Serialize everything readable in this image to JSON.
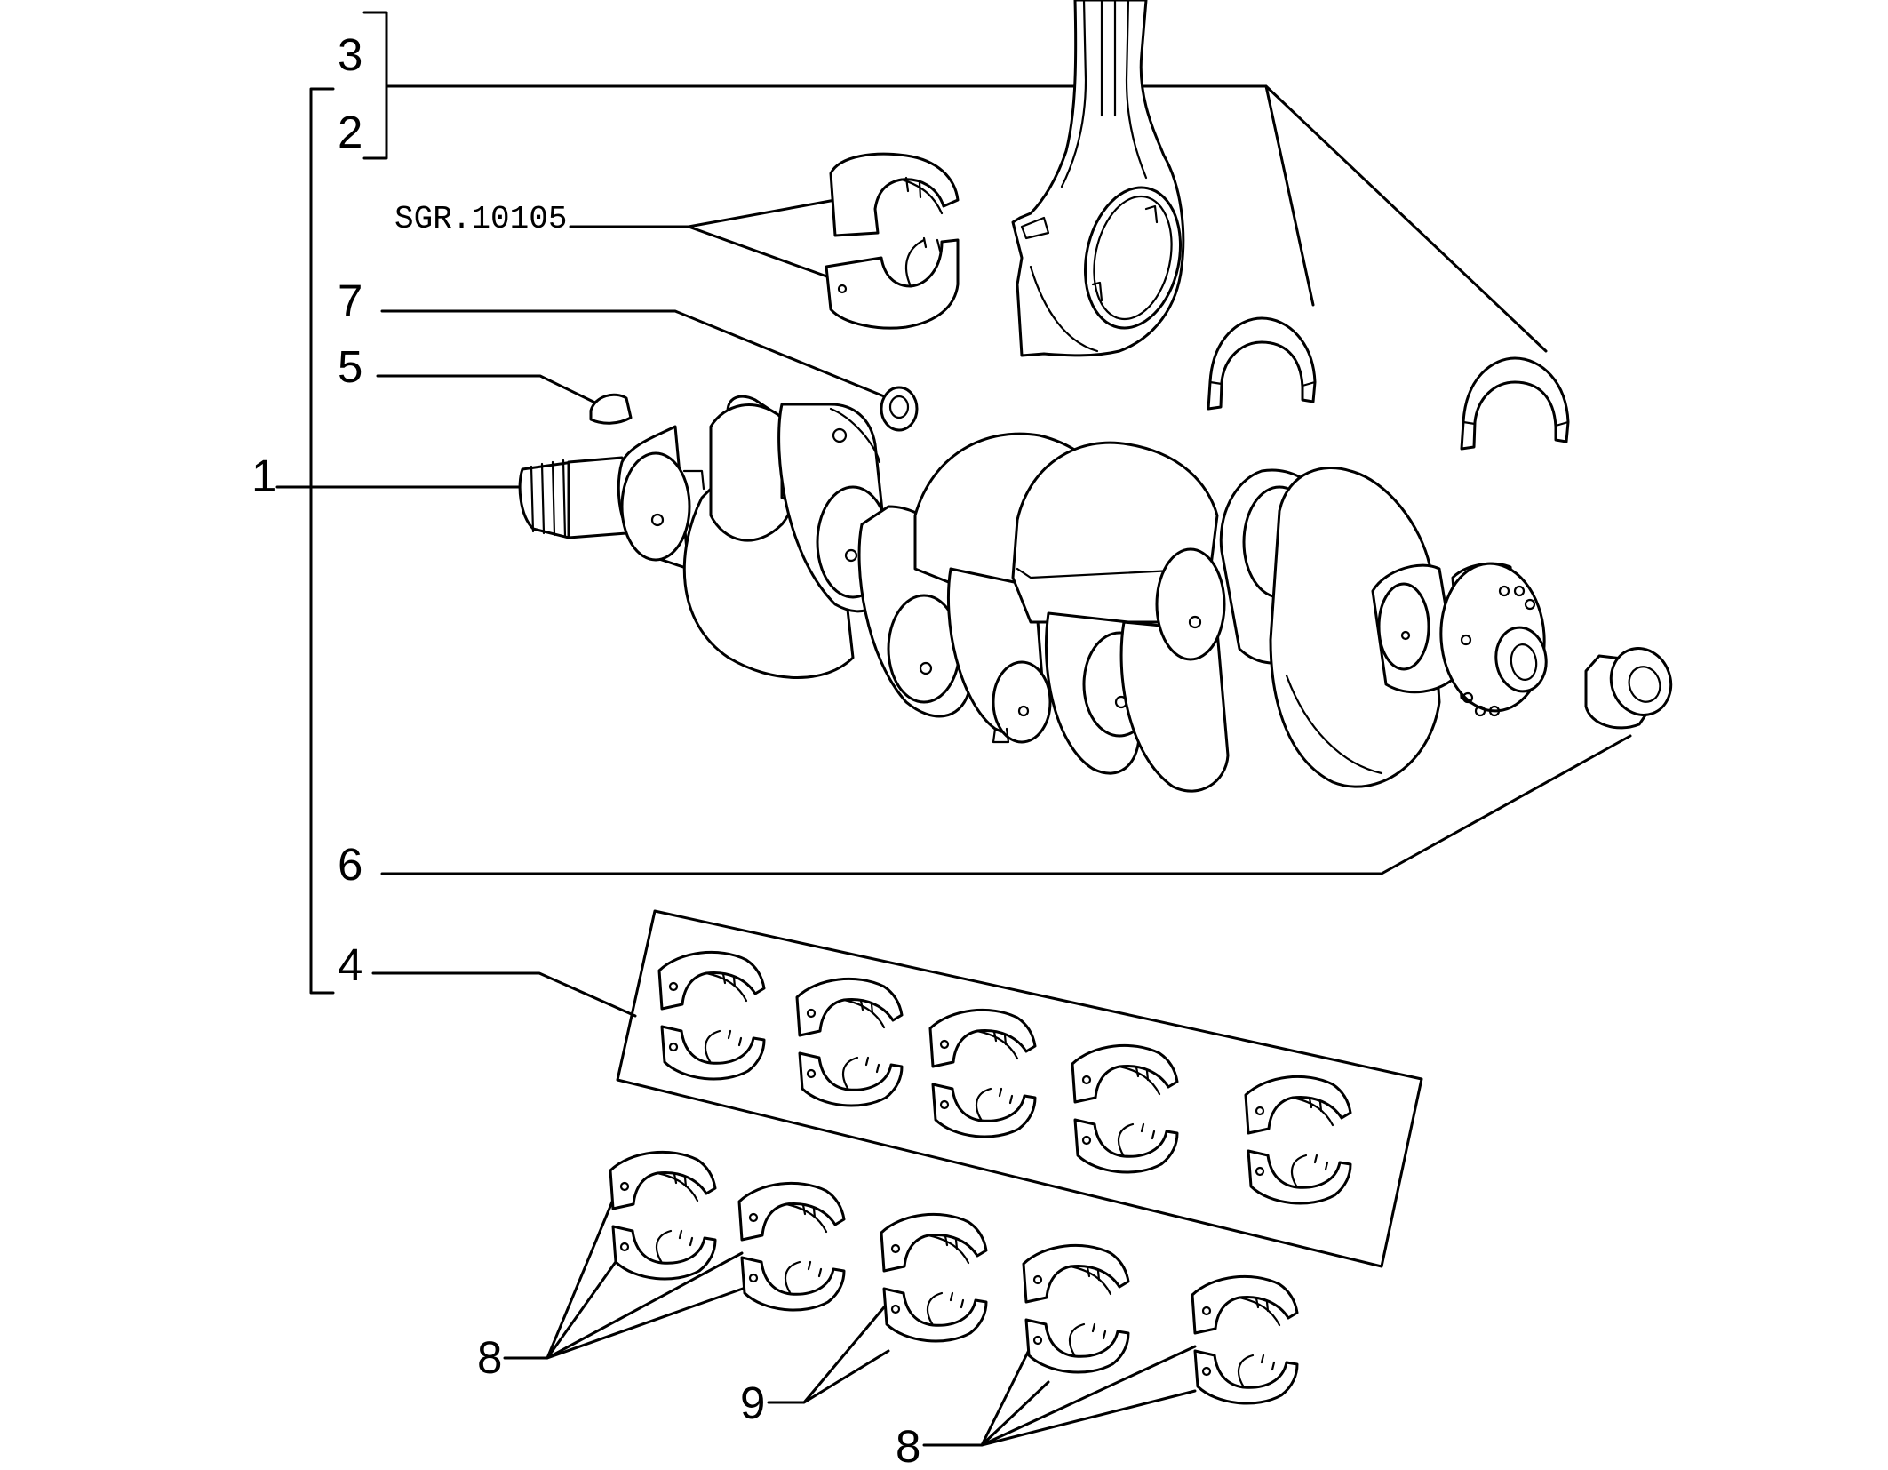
{
  "diagram": {
    "reference_code": "SGR.10105",
    "callouts": {
      "c1": "1",
      "c2": "2",
      "c3": "3",
      "c4": "4",
      "c5": "5",
      "c6": "6",
      "c7": "7",
      "c8a": "8",
      "c8b": "8",
      "c9": "9"
    }
  }
}
